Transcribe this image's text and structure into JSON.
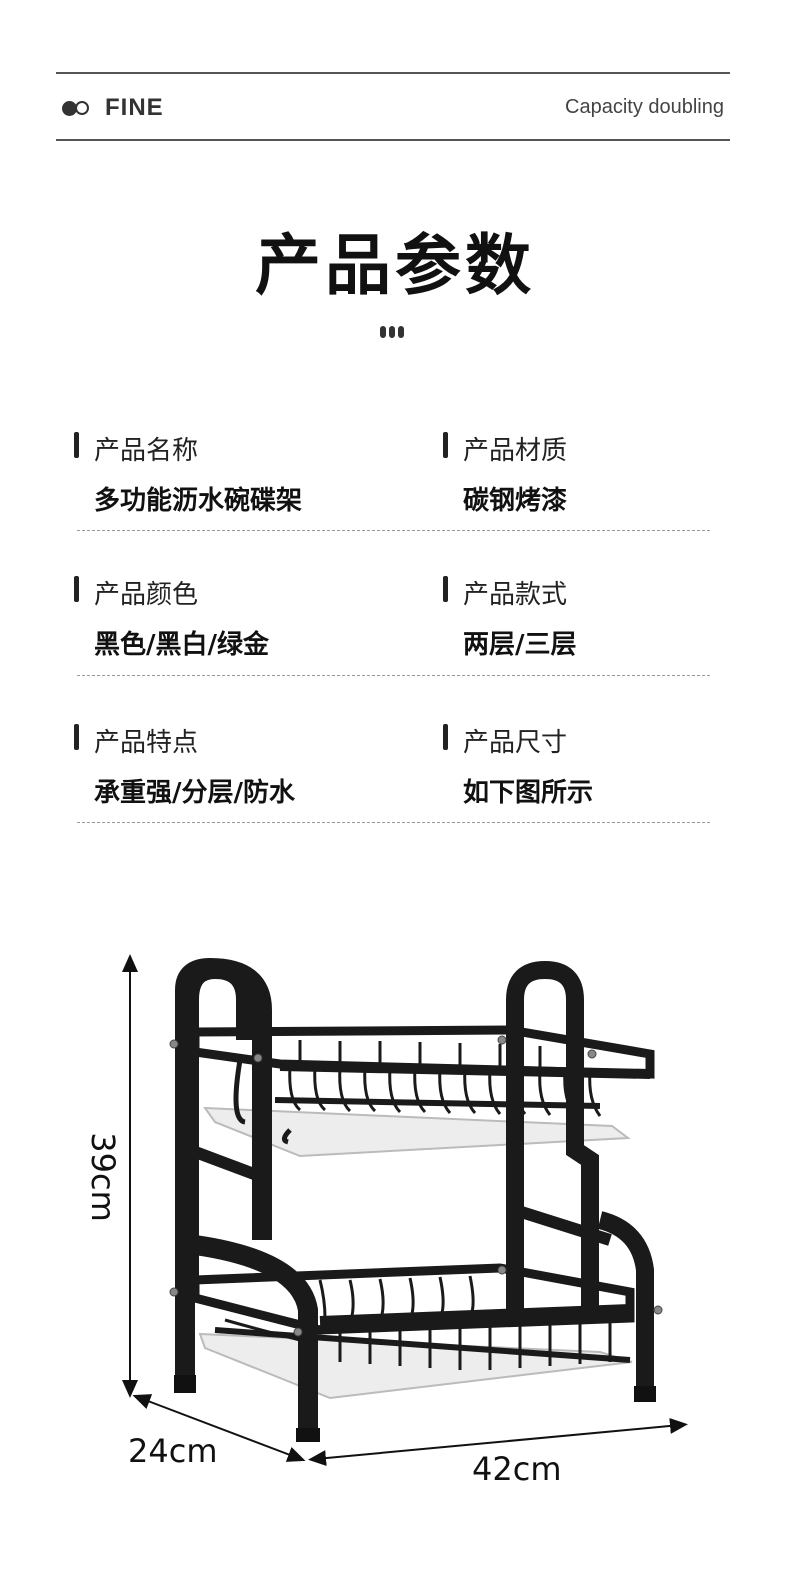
{
  "header": {
    "brand": "FINE",
    "tagline": "Capacity doubling"
  },
  "title": "产品参数",
  "params": [
    {
      "label": "产品名称",
      "value": "多功能沥水碗碟架"
    },
    {
      "label": "产品材质",
      "value": "碳钢烤漆"
    },
    {
      "label": "产品颜色",
      "value": "黑色/黑白/绿金"
    },
    {
      "label": "产品款式",
      "value": "两层/三层"
    },
    {
      "label": "产品特点",
      "value": "承重强/分层/防水"
    },
    {
      "label": "产品尺寸",
      "value": "如下图所示"
    }
  ],
  "dimensions": {
    "height": "39cm",
    "depth": "24cm",
    "width": "42cm"
  },
  "colors": {
    "rack": "#1a1a1a",
    "tray": "#ececec",
    "text": "#111111"
  },
  "icons": [
    "brand-logo-dots-icon",
    "pager-dots-icon"
  ]
}
